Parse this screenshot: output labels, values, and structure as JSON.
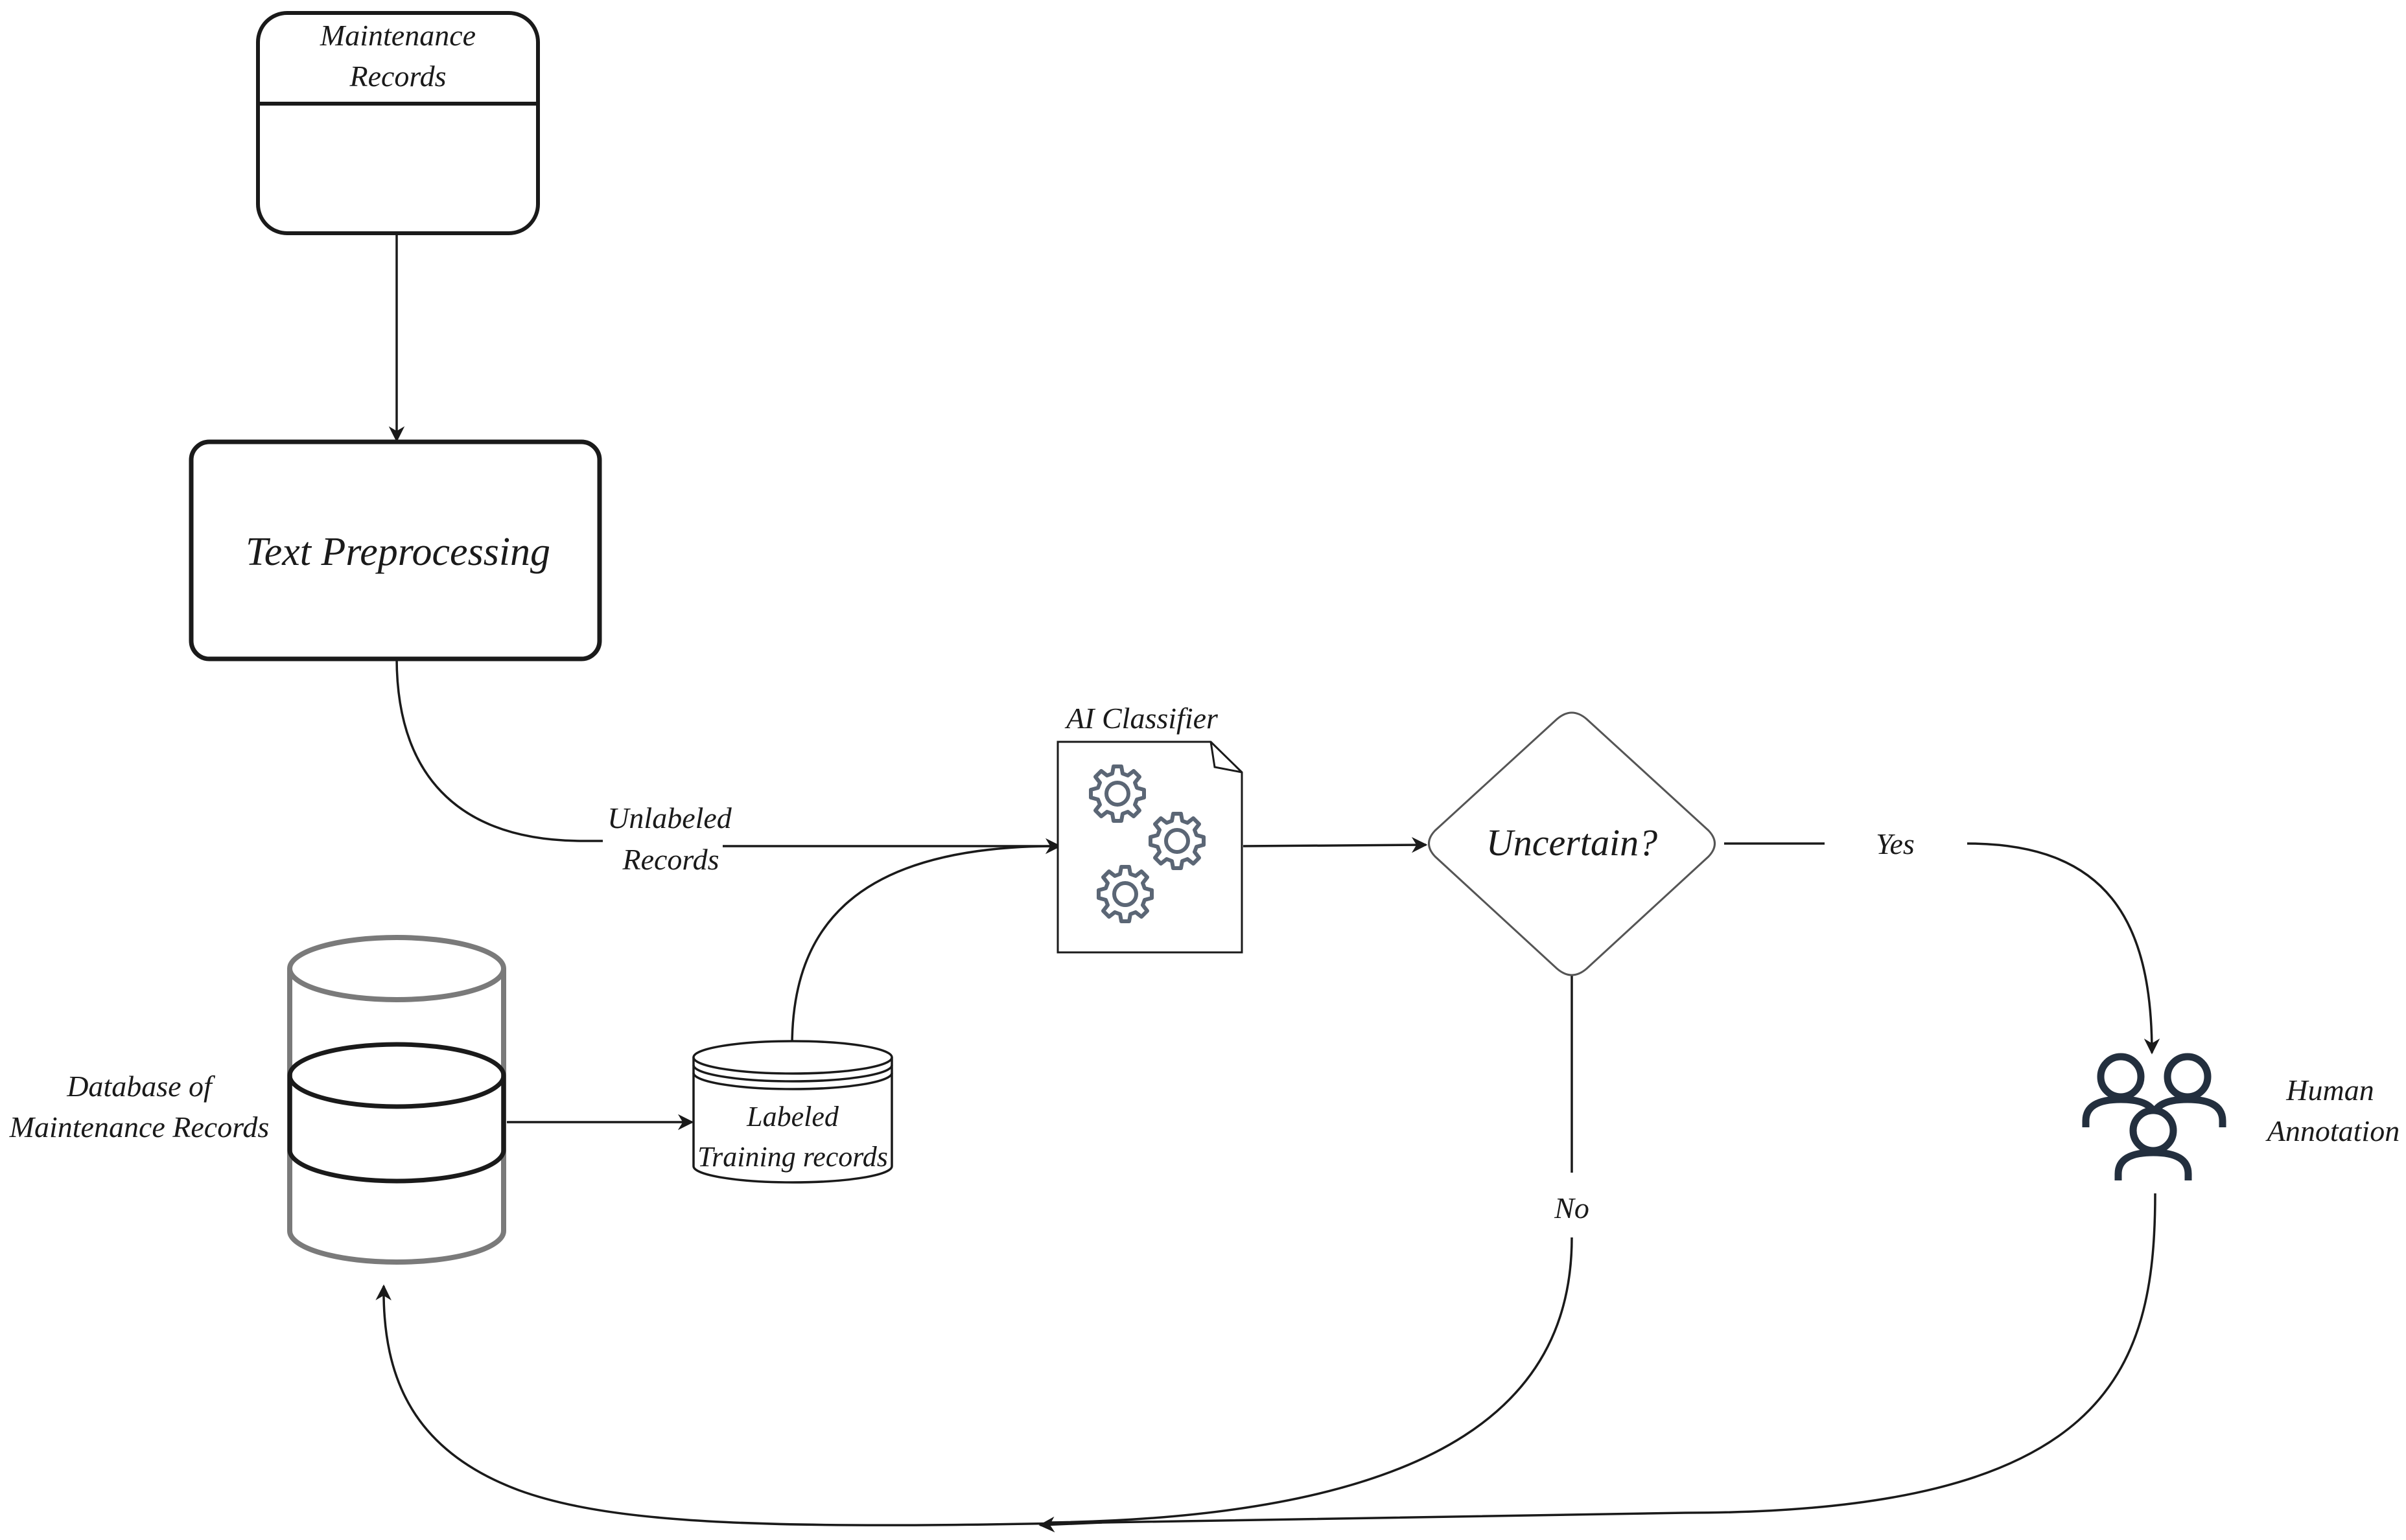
{
  "nodes": {
    "maintenance_records": [
      "Maintenance",
      "Records"
    ],
    "text_preprocessing": "Text Preprocessing",
    "ai_classifier": "AI Classifier",
    "uncertain": "Uncertain?",
    "database": [
      "Database of",
      "Maintenance Records"
    ],
    "labeled_training": [
      "Labeled",
      "Training records"
    ],
    "human_annotation": [
      "Human",
      "Annotation"
    ]
  },
  "edges": {
    "unlabeled_records": [
      "Unlabeled",
      "Records"
    ],
    "yes": "Yes",
    "no": "No"
  },
  "icons": {
    "classifier": "gears-document-icon",
    "human": "people-group-icon"
  },
  "colors": {
    "stroke": "#1a1a1a",
    "cylinder_outer": "#7a7a7a",
    "diamond": "#555555",
    "icon": "#232f3e",
    "gear": "#5b6675"
  }
}
